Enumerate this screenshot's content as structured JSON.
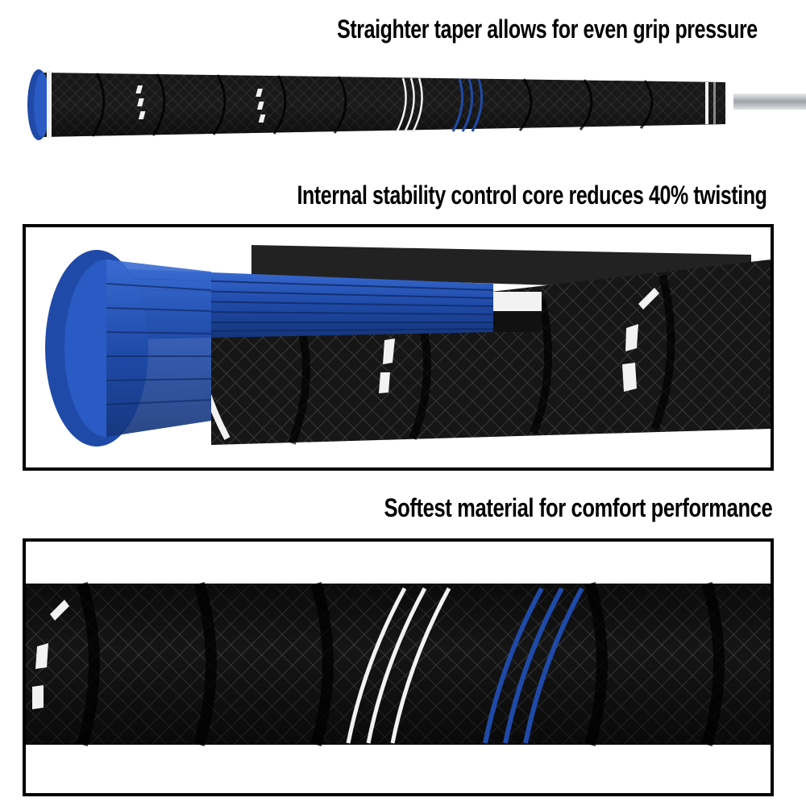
{
  "headlines": {
    "taper": "Straighter taper allows for even grip pressure",
    "core": "Internal stability control core reduces 40% twisting",
    "soft": "Softest material for comfort performance"
  },
  "colors": {
    "grip_black": "#141414",
    "accent_blue": "#1f4aa8",
    "stripe_white": "#f2f2f2",
    "shaft_silver": "#c8ccd0"
  },
  "icons": {
    "grip": "full-golf-grip-image",
    "core": "cutaway-blue-stability-core-image",
    "texture": "close-up-grip-texture-image"
  }
}
